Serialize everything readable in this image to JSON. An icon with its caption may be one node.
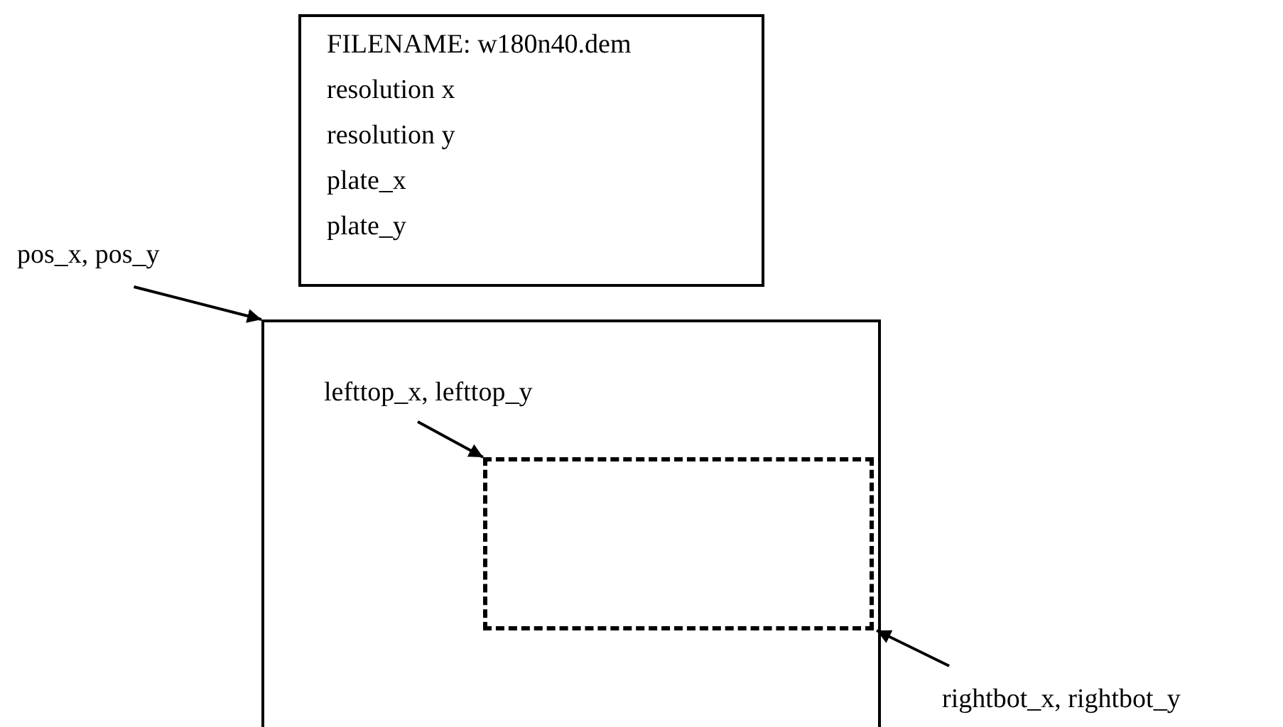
{
  "diagram": {
    "nodes": [
      {
        "text": [
          "FILENAME: w180n40.dem",
          "resolution x",
          "resolution y",
          "plate_x",
          "plate_y"
        ]
      },
      {
        "text": [
          "pos_x, pos_y"
        ]
      },
      {
        "text": [],
        "shape": "box"
      },
      {
        "text": [
          "lefttop_x, lefttop_y"
        ],
        "in": 2
      },
      {
        "text": [],
        "shape": "box",
        "in": 2
      },
      {
        "text": [
          "rightbot_x, rightbot_y"
        ]
      }
    ],
    "edges": [
      {
        "from": 1,
        "to": 2,
        "arrow": "to"
      },
      {
        "from": 3,
        "to": 4,
        "arrow": "to"
      },
      {
        "from": 5,
        "to": 4,
        "arrow": "to"
      }
    ]
  }
}
